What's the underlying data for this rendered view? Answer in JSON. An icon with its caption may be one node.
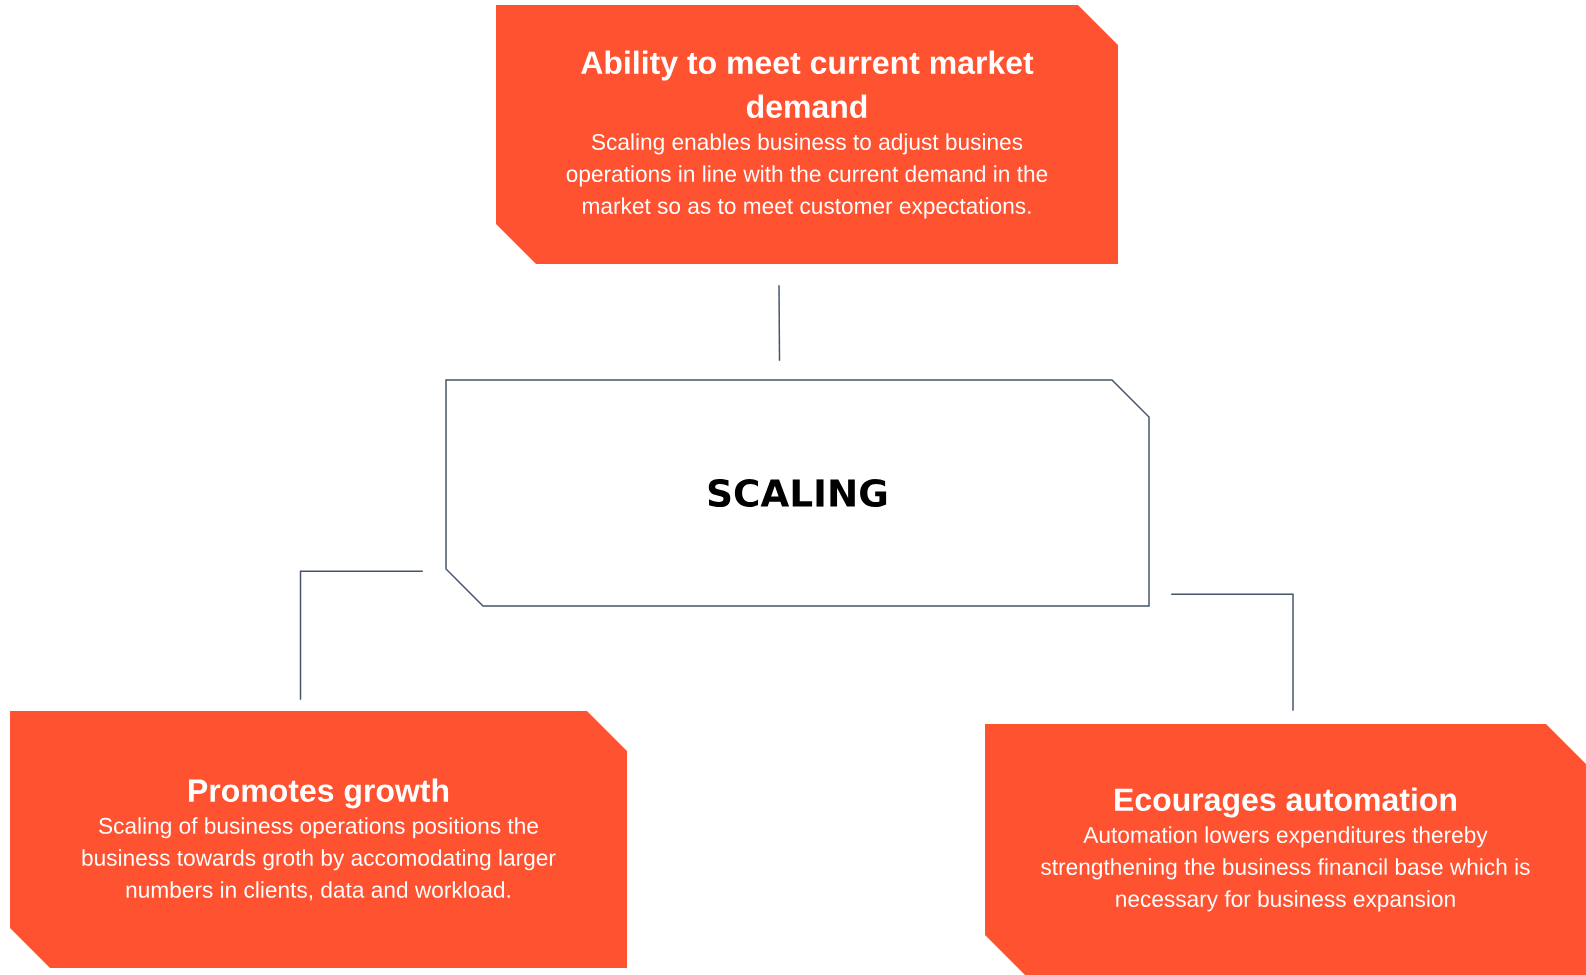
{
  "diagram": {
    "nodes": [
      {
        "text": [
          "Ability to meet current market demand",
          "Scaling enables business to adjust busines operations in line with the current demand in the market so as to meet customer expectations."
        ]
      },
      {
        "text": [
          "SCALING"
        ]
      },
      {
        "text": [
          "Promotes growth",
          "Scaling of business operations positions the business towards groth by accomodating larger numbers in clients, data and workload."
        ]
      },
      {
        "text": [
          "Ecourages automation",
          "Automation lowers expenditures thereby strengthening the business financil base which is necessary for business expansion"
        ]
      }
    ],
    "edges": [
      {
        "from": 1,
        "to": 0,
        "arrow": "none"
      },
      {
        "from": 1,
        "to": 2,
        "arrow": "none"
      },
      {
        "from": 1,
        "to": 3,
        "arrow": "none"
      }
    ]
  }
}
